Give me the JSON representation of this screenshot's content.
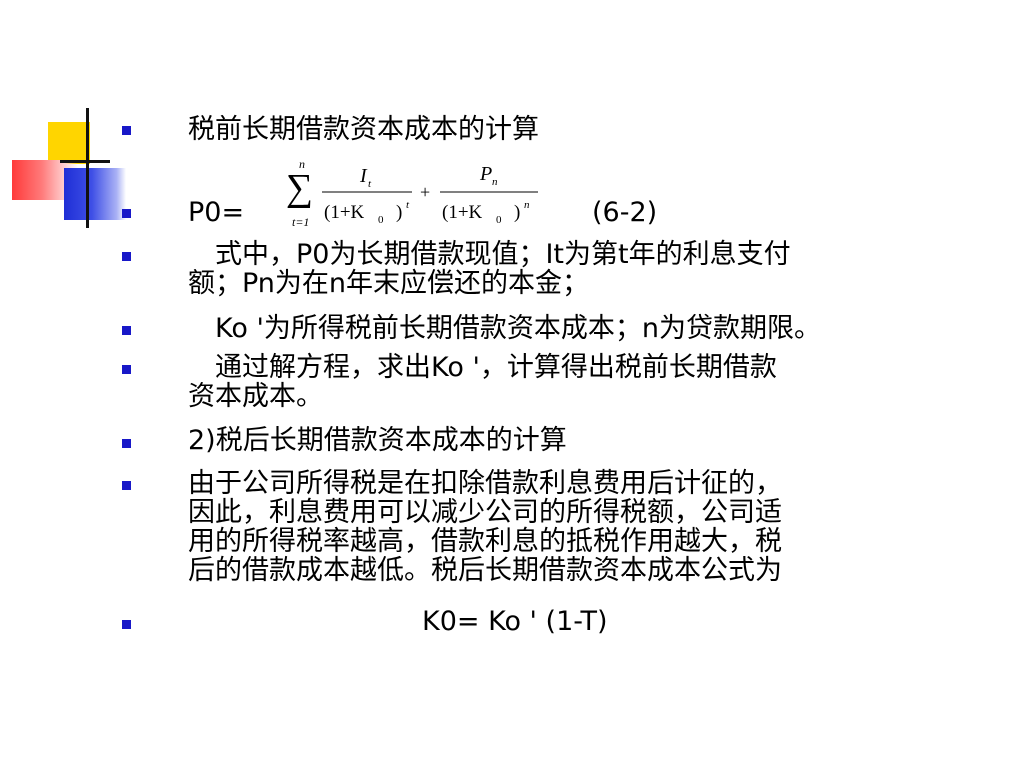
{
  "items": [
    {
      "text": "税前长期借款资本成本的计算"
    },
    {
      "text": "P0=",
      "eq_no": "(6-2)"
    },
    {
      "lines": [
        "　式中，P0为长期借款现值；It为第t年的利息支付",
        "额；Pn为在n年末应偿还的本金；"
      ]
    },
    {
      "text": "　Ko '为所得税前长期借款资本成本；n为贷款期限。"
    },
    {
      "lines": [
        "　通过解方程，求出Ko '，计算得出税前长期借款",
        "资本成本。"
      ]
    },
    {
      "text": "2)税后长期借款资本成本的计算"
    },
    {
      "lines": [
        "由于公司所得税是在扣除借款利息费用后计征的，",
        "因此，利息费用可以减少公司的所得税额，公司适",
        "用的所得税率越高，借款利息的抵税作用越大，税",
        "后的借款成本越低。税后长期借款资本成本公式为"
      ]
    },
    {
      "text": "K0= Ko ' (1-T)"
    }
  ],
  "formula": {
    "sum_top": "n",
    "sum_bottom": "t=1",
    "num1": "I",
    "num1_sub": "t",
    "den1": "(1+K",
    "den1_sub": "0",
    "den1_close": ")",
    "den1_exp": "t",
    "plus": "+",
    "num2": "P",
    "num2_sub": "n",
    "den2": "(1+K",
    "den2_sub": "0",
    "den2_close": ")",
    "den2_exp": "n"
  },
  "colors": {
    "bullet": "#1818c8",
    "accent_yellow": "#ffd500",
    "accent_red": "#ff3a3a",
    "accent_blue": "#1f2fd6"
  }
}
